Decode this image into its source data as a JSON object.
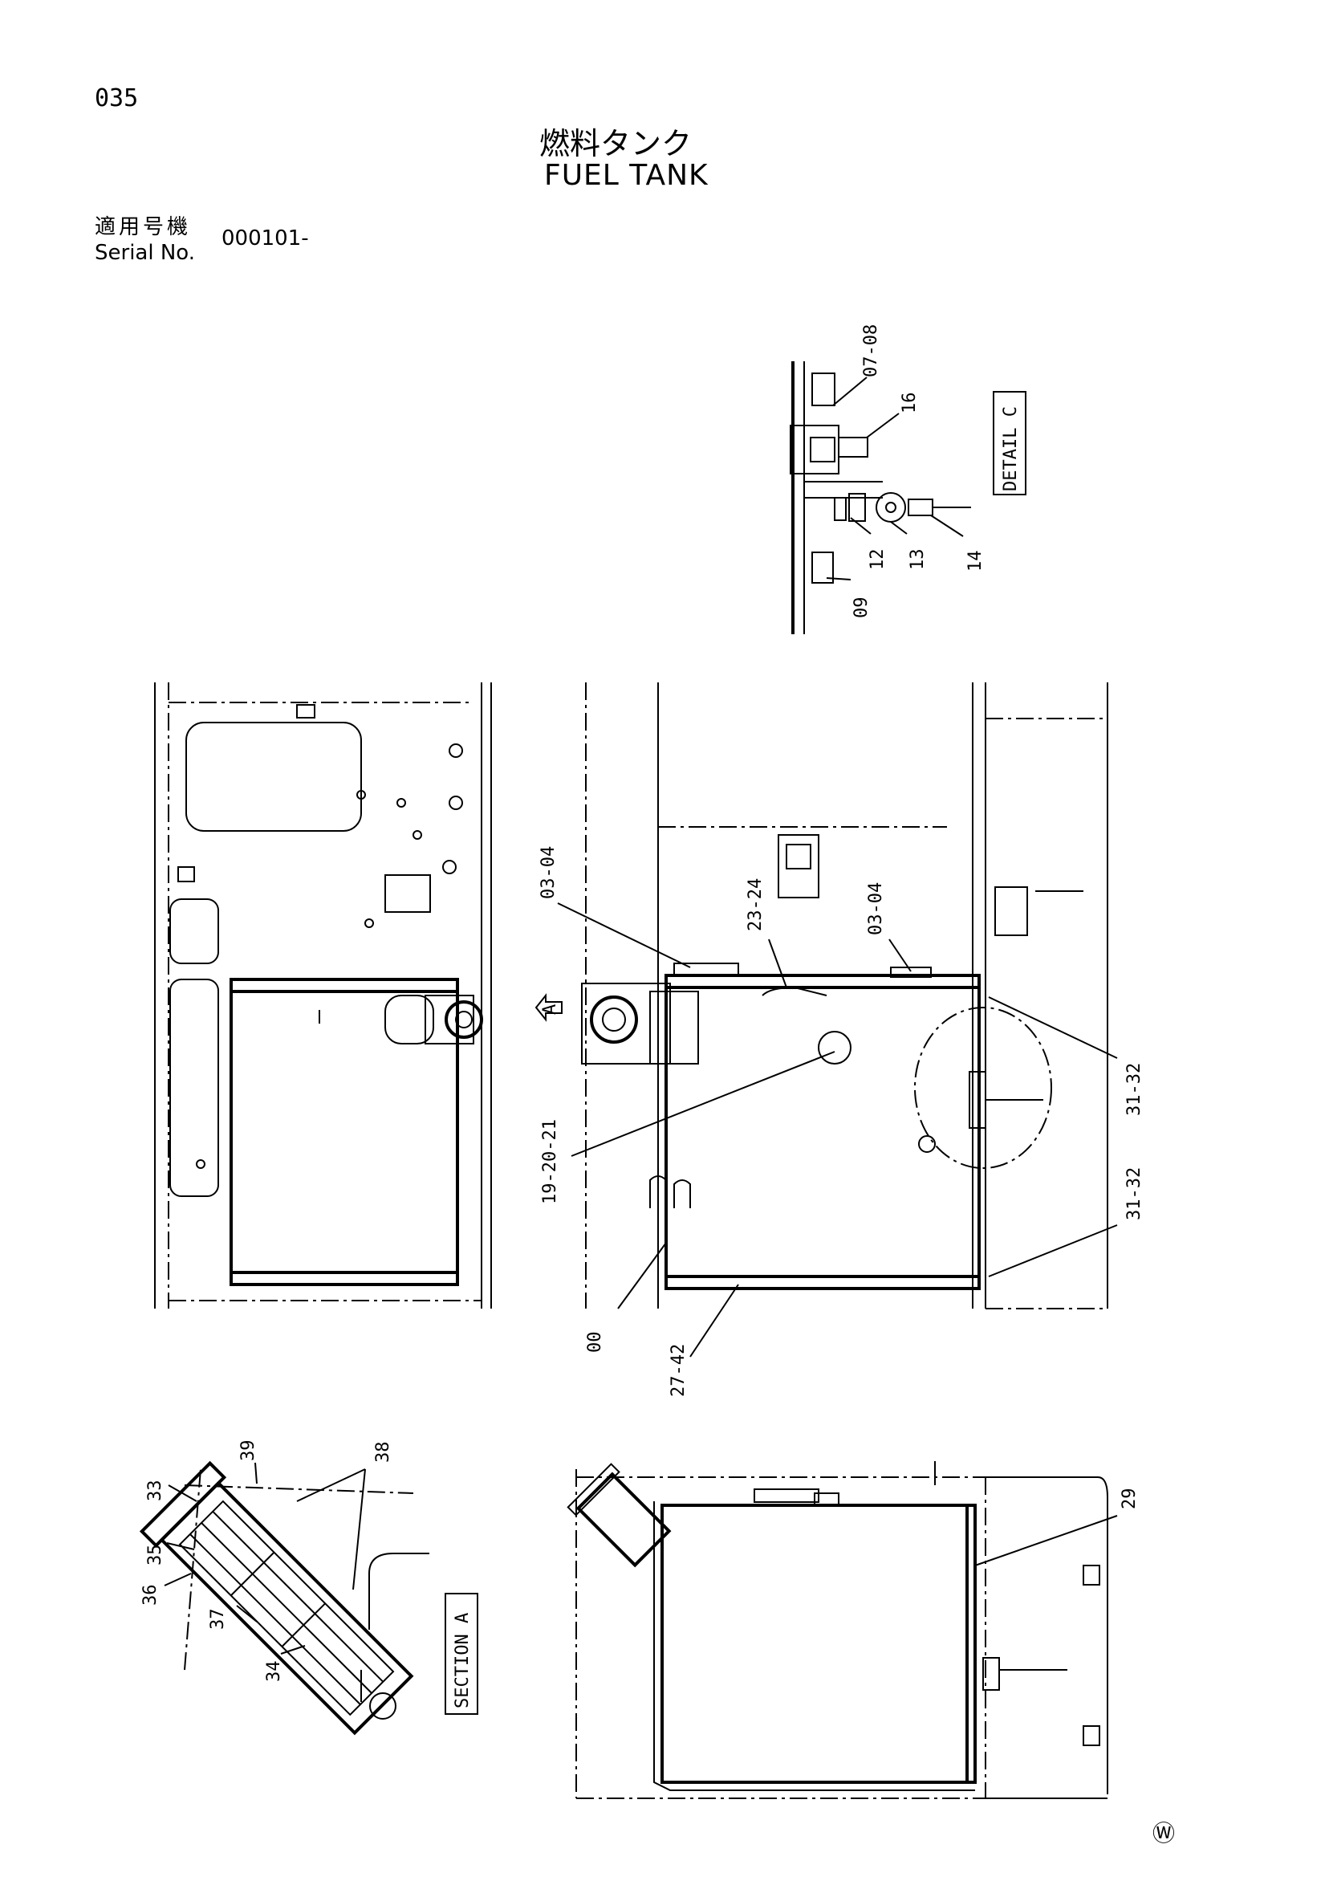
{
  "header": {
    "page_number": "035",
    "title_jp": "燃料タンク",
    "title_en": "FUEL TANK",
    "serial_label_jp": "適用号機",
    "serial_label_en": "Serial No.",
    "serial_value": "000101-"
  },
  "views": {
    "detail_label": "DETAIL C",
    "section_label": "SECTION A",
    "view_arrow_label": "A"
  },
  "callouts": {
    "c07_08": "07-08",
    "c16": "16",
    "c12": "12",
    "c13": "13",
    "c14": "14",
    "c09": "09",
    "c03_04_left": "03-04",
    "c23_24": "23-24",
    "c03_04_right": "03-04",
    "c31_32_top": "31-32",
    "c19_20_21": "19-20-21",
    "c31_32_bottom": "31-32",
    "c00": "00",
    "c27_42": "27-42",
    "c39": "39",
    "c38": "38",
    "c33": "33",
    "c35": "35",
    "c36": "36",
    "c37": "37",
    "c34": "34",
    "c29": "29"
  },
  "footer": {
    "mark": "Ⓦ"
  }
}
